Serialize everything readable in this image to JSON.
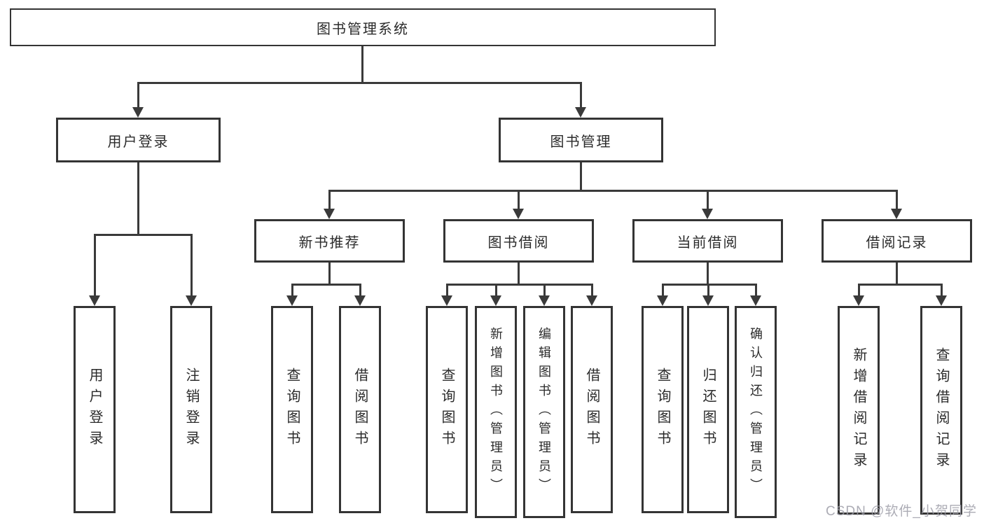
{
  "diagram": {
    "type": "hierarchy-tree",
    "colors": {
      "line": "#3a3a3a",
      "text": "#2b2b2b",
      "watermark": "#9e9ea8",
      "background": "#ffffff"
    },
    "watermark": "CSDN @软件_小贺同学",
    "nodes": {
      "root": "图书管理系统",
      "user_login": "用户登录",
      "book_mgmt": "图书管理",
      "new_books": "新书推荐",
      "book_borrow": "图书借阅",
      "current_borrow": "当前借阅",
      "borrow_records": "借阅记录",
      "ul_login": "用户登录",
      "ul_logout": "注销登录",
      "nb_query": "查询图书",
      "nb_borrow": "借阅图书",
      "bb_query": "查询图书",
      "bb_add": "新增图书（管理员）",
      "bb_edit": "编辑图书（管理员）",
      "bb_borrow": "借阅图书",
      "cb_query": "查询图书",
      "cb_return": "归还图书",
      "cb_confirm": "确认归还（管理员）",
      "br_add": "新增借阅记录",
      "br_query": "查询借阅记录"
    }
  }
}
